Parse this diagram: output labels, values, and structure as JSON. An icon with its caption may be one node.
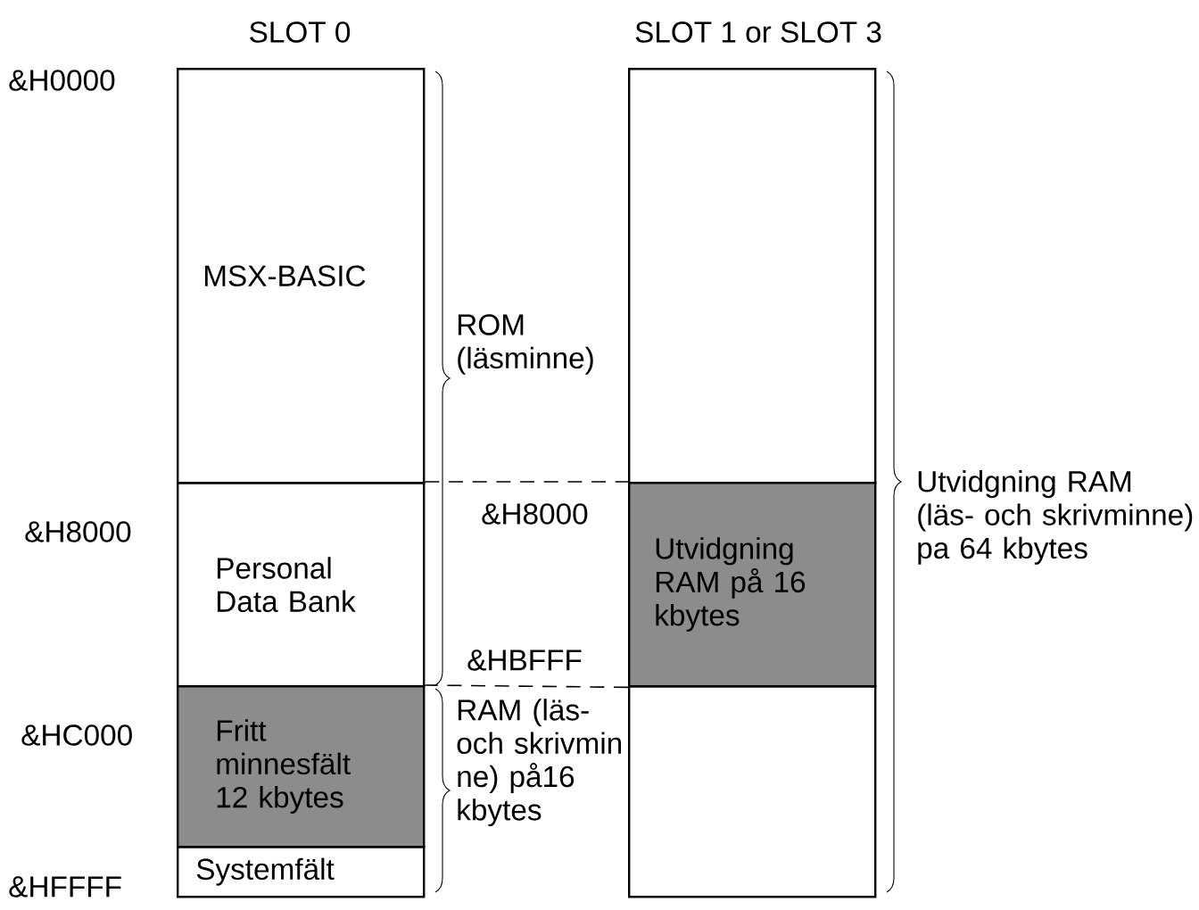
{
  "diagram": {
    "nodes": [
      {
        "text": [
          "MSX-BASIC"
        ]
      },
      {
        "text": [
          "Personal Data Bank"
        ]
      },
      {
        "text": [
          "Fritt minnesfält 12 kbytes"
        ]
      },
      {
        "text": [
          "Systemfält"
        ]
      },
      {
        "text": [],
        "shape": "box"
      },
      {
        "text": [
          "Utvidgning RAM på 16 kbytes"
        ]
      },
      {
        "text": [],
        "shape": "box"
      }
    ],
    "edges": [
      {
        "from": 1,
        "to": 5,
        "arrow": "none",
        "style": "dashed"
      },
      {
        "from": 5,
        "to": 2,
        "arrow": "none",
        "style": "dashed"
      }
    ],
    "labels": [
      "SLOT 0",
      "SLOT 1 or SLOT 3",
      "&H0000",
      "ROM (läsminne)",
      "&H8000",
      "&H8000",
      "Utvidgning RAM (läs- och skrivminne) pa 64 kbytes",
      "&HBFFF",
      "&HC000",
      "RAM (läs- och skrivmin ne) på16 kbytes",
      "&HFFFF"
    ]
  }
}
